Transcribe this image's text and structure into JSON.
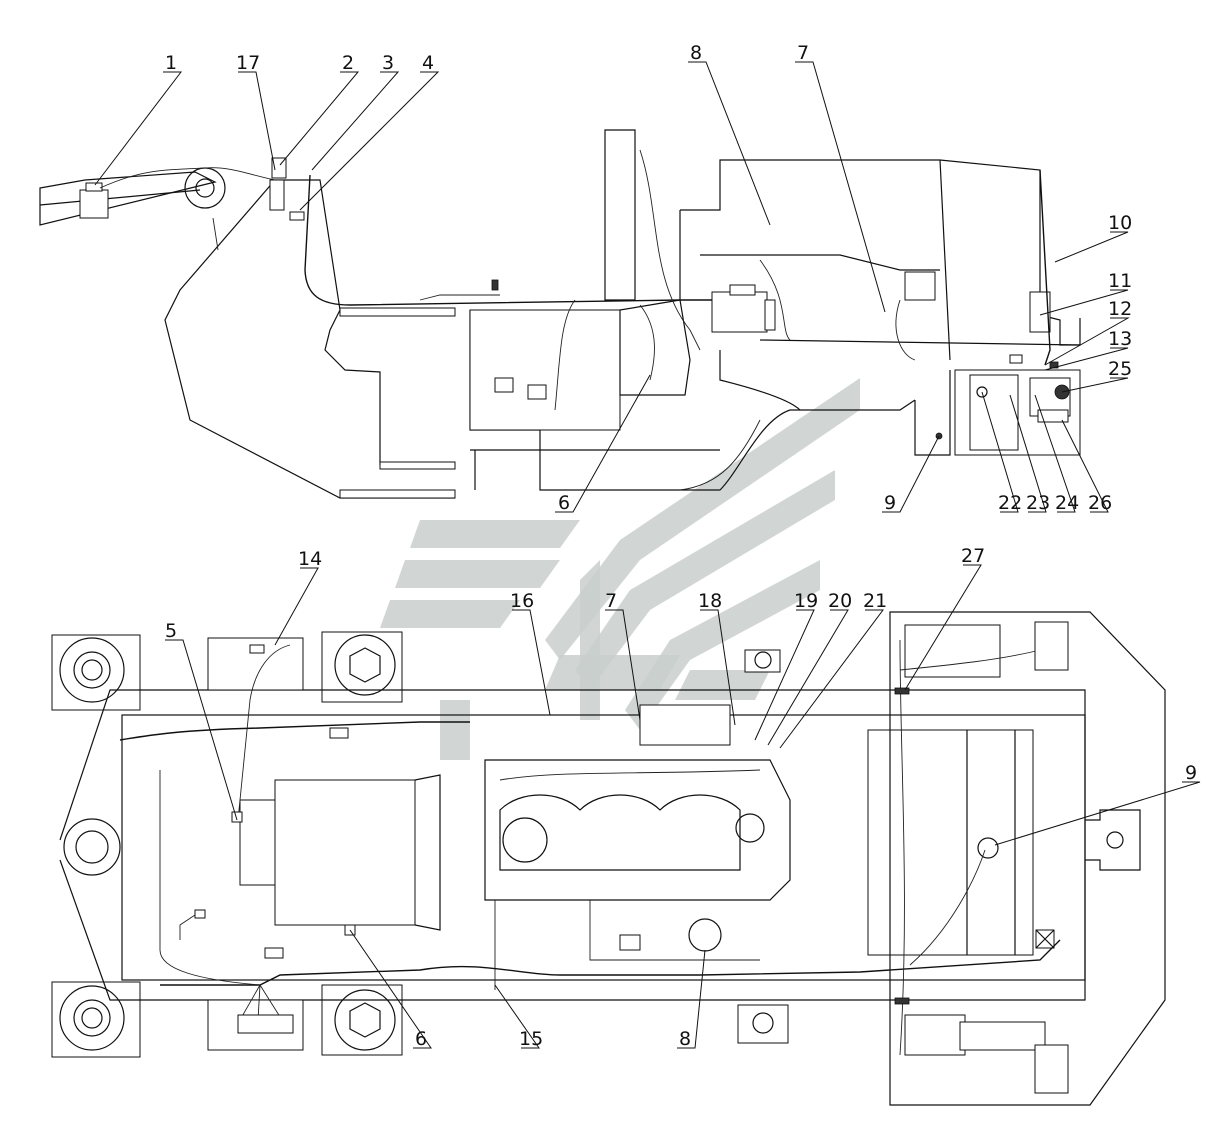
{
  "figure": {
    "top_view_labels": [
      "1",
      "17",
      "2",
      "3",
      "4",
      "8",
      "7",
      "10",
      "11",
      "12",
      "13",
      "25",
      "6",
      "9",
      "22",
      "23",
      "24",
      "26"
    ],
    "bottom_view_labels": [
      "14",
      "5",
      "16",
      "7",
      "18",
      "19",
      "20",
      "21",
      "27",
      "9",
      "6",
      "15",
      "8"
    ]
  },
  "colors": {
    "line": "#111111",
    "watermark": "#c9cfcc",
    "background": "#ffffff"
  }
}
